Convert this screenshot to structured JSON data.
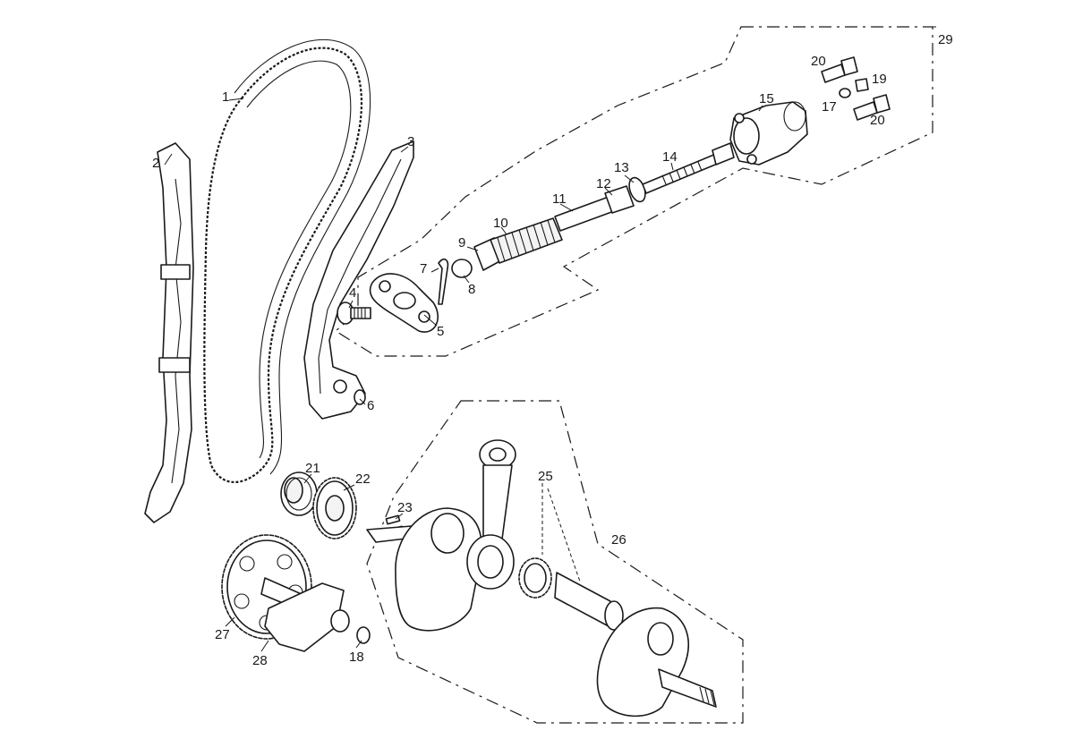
{
  "callouts": {
    "p1": "1",
    "p2": "2",
    "p3": "3",
    "p4": "4",
    "p5": "5",
    "p6": "6",
    "p7": "7",
    "p8": "8",
    "p9": "9",
    "p10": "10",
    "p11": "11",
    "p12": "12",
    "p13": "13",
    "p14": "14",
    "p15": "15",
    "p17": "17",
    "p18": "18",
    "p19": "19",
    "p20a": "20",
    "p20b": "20",
    "p21": "21",
    "p22": "22",
    "p23": "23",
    "p25": "25",
    "p26": "26",
    "p27": "27",
    "p28": "28",
    "p29": "29"
  },
  "colors": {
    "line": "#1a1a1a",
    "background": "#ffffff"
  }
}
